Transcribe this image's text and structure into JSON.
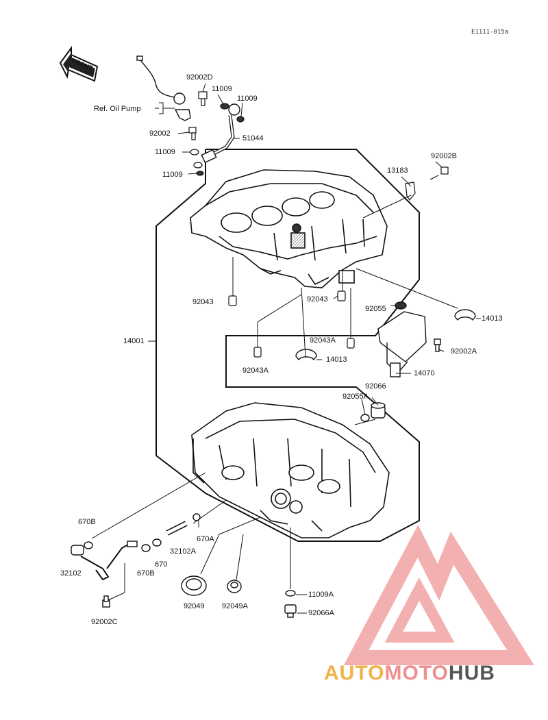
{
  "diagram_code": "E1111-015a",
  "front_arrow": "FRONT",
  "oil_pump_ref": "Ref. Oil Pump",
  "labels": {
    "p92002D": "92002D",
    "p11009a": "11009",
    "p11009b": "11009",
    "p92002": "92002",
    "p51044": "51044",
    "p11009c": "11009",
    "p11009d": "11009",
    "p13183": "13183",
    "p92002B": "92002B",
    "p92043a": "92043",
    "p92043b": "92043",
    "p92055": "92055",
    "p14013a": "14013",
    "p14001": "14001",
    "p92043Aa": "92043A",
    "p92002A": "92002A",
    "p92043Ab": "92043A",
    "p14013b": "14013",
    "p14070": "14070",
    "p92066": "92066",
    "p92055A": "92055A",
    "p670B": "670B",
    "p670A": "670A",
    "p32102A": "32102A",
    "p670": "670",
    "p32102": "32102",
    "p670Bb": "670B",
    "p92049": "92049",
    "p92049A": "92049A",
    "p11009A": "11009A",
    "p92066A": "92066A",
    "p92002C": "92002C"
  },
  "watermark": {
    "part1": "AUTO",
    "part2": "MOTO",
    "part3": "HUB",
    "color_logo": "#ef8f8f",
    "color_auto": "#f2b24a",
    "color_hub": "#555555"
  }
}
